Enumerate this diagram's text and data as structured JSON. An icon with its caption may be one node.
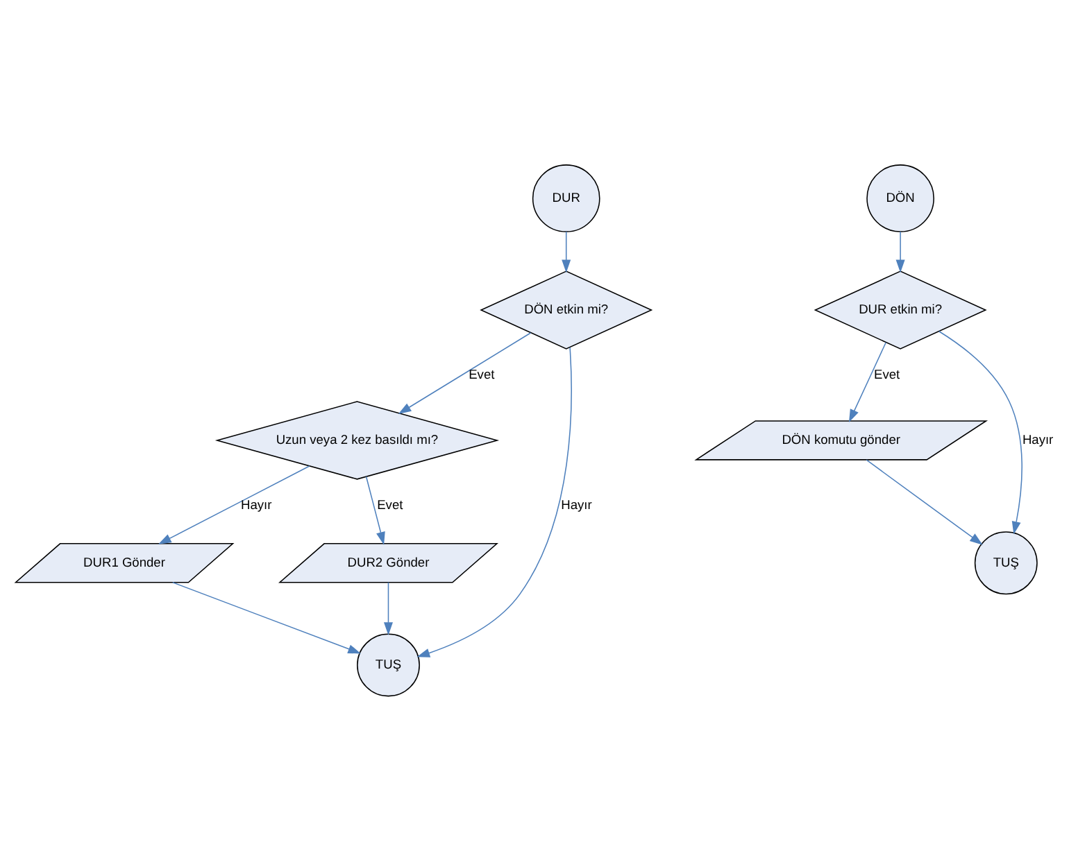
{
  "diagram": {
    "nodes": [
      {
        "text": [
          "DUR"
        ]
      },
      {
        "text": [
          "DÖN etkin mi?"
        ]
      },
      {
        "text": [
          "Uzun veya 2 kez basıldı mı?"
        ]
      },
      {
        "text": [
          "DUR1 Gönder"
        ]
      },
      {
        "text": [
          "DUR2 Gönder"
        ]
      },
      {
        "text": [
          "TUŞ"
        ]
      },
      {
        "text": [
          "DÖN"
        ]
      },
      {
        "text": [
          "DUR etkin mi?"
        ]
      },
      {
        "text": [
          "DÖN komutu gönder"
        ]
      },
      {
        "text": [
          "TUŞ"
        ]
      }
    ],
    "edges": [
      {
        "from": 0,
        "to": 1,
        "arrow": "to"
      },
      {
        "from": 1,
        "to": 2,
        "arrow": "to",
        "label": "Evet"
      },
      {
        "from": 1,
        "to": 5,
        "arrow": "to",
        "label": "Hayır"
      },
      {
        "from": 2,
        "to": 3,
        "arrow": "to",
        "label": "Hayır"
      },
      {
        "from": 2,
        "to": 4,
        "arrow": "to",
        "label": "Evet"
      },
      {
        "from": 3,
        "to": 5,
        "arrow": "to"
      },
      {
        "from": 4,
        "to": 5,
        "arrow": "to"
      },
      {
        "from": 6,
        "to": 7,
        "arrow": "to"
      },
      {
        "from": 7,
        "to": 8,
        "arrow": "to",
        "label": "Evet"
      },
      {
        "from": 7,
        "to": 9,
        "arrow": "to",
        "label": "Hayır"
      },
      {
        "from": 8,
        "to": 9,
        "arrow": "to"
      }
    ]
  }
}
